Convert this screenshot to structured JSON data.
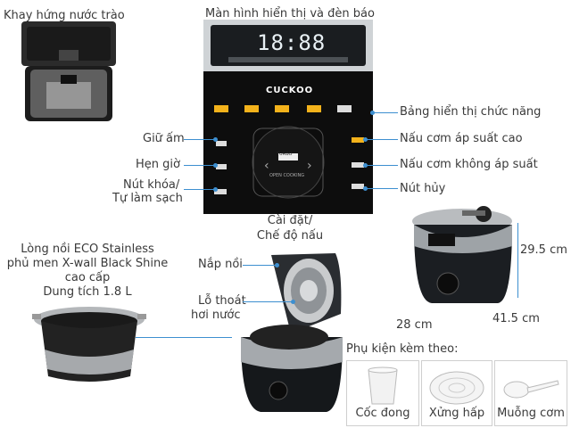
{
  "labels": {
    "tray": "Khay hứng nước trào",
    "display": "Màn hình hiển thị và đèn báo",
    "function_panel": "Bảng hiển thị chức năng",
    "keep_warm": "Giữ ấm",
    "timer": "Hẹn giờ",
    "lock_clean_1": "Nút khóa/",
    "lock_clean_2": "Tự làm sạch",
    "pressure_cook": "Nấu cơm áp suất cao",
    "non_pressure_cook": "Nấu cơm không áp suất",
    "cancel": "Nút hủy",
    "settings_1": "Cài đặt/",
    "settings_2": "Chế độ nấu",
    "pot_1": "Lòng nồi ECO Stainless",
    "pot_2": "phủ men X-wall Black Shine",
    "pot_3": "cao cấp",
    "pot_4": "Dung tích 1.8 L",
    "lid": "Nắp nồi",
    "vent_1": "Lỗ thoát",
    "vent_2": "hơi nước",
    "height": "29.5 cm",
    "width": "28 cm",
    "depth": "41.5 cm",
    "accessories_title": "Phụ kiện kèm theo:",
    "cup": "Cốc đong",
    "steamer": "Xửng hấp",
    "spoon": "Muỗng cơm"
  },
  "panel": {
    "clock": "18:88",
    "brand": "CUCKOO",
    "dial_text_1": "TURBO",
    "dial_text_2": "OPEN COOKING"
  },
  "colors": {
    "leader_line": "#3d8fd0",
    "panel_black": "#111111",
    "panel_button": "#f3b21b"
  }
}
